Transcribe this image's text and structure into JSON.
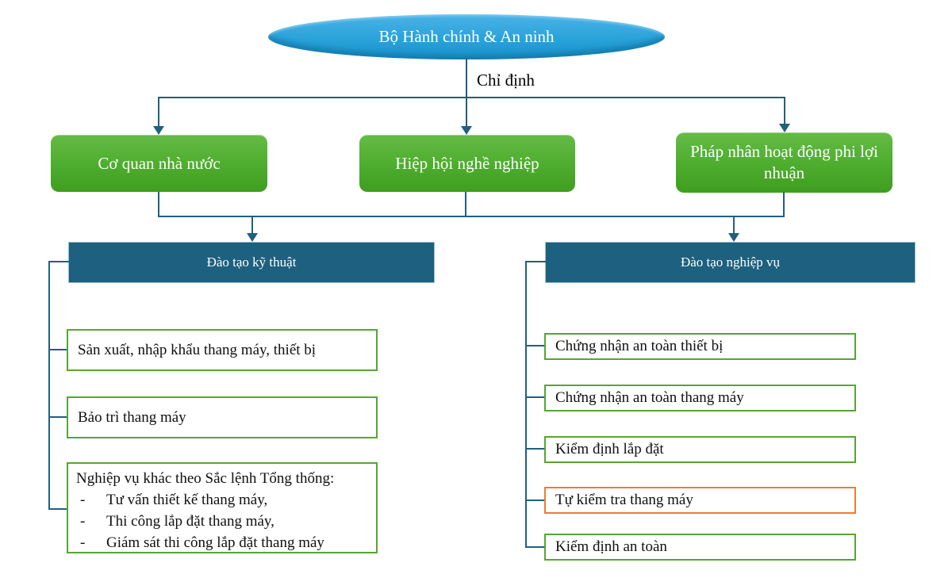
{
  "diagram": {
    "root": {
      "label": "Bộ Hành chính & An ninh"
    },
    "edge_label": "Chỉ định",
    "bullet_marker": "-",
    "level2": [
      {
        "label": "Cơ quan nhà nước"
      },
      {
        "label": "Hiệp hội nghề nghiệp"
      },
      {
        "label": "Pháp nhân hoạt động phi lợi nhuận"
      }
    ],
    "groups": [
      {
        "header": "Đào tạo kỹ thuật",
        "items": [
          {
            "text": "Sản xuất, nhập khẩu thang máy, thiết bị"
          },
          {
            "text": "Bảo trì thang máy"
          },
          {
            "title": "Nghiệp vụ khác theo Sắc lệnh Tổng thống:",
            "bullets": [
              "Tư vấn thiết kế thang máy,",
              "Thi công lắp đặt thang máy,",
              "Giám sát thi công lắp đặt thang máy"
            ]
          }
        ]
      },
      {
        "header": "Đào tạo nghiệp vụ",
        "items": [
          {
            "text": "Chứng nhận an toàn thiết bị"
          },
          {
            "text": "Chứng nhận an toàn thang máy"
          },
          {
            "text": "Kiểm định lắp đặt"
          },
          {
            "text": "Tự kiểm tra thang máy"
          },
          {
            "text": "Kiểm định an toàn"
          }
        ]
      }
    ],
    "colors": {
      "ellipse_blue": "#2aa2da",
      "node_green": "#4fae2f",
      "header_teal": "#1d607f",
      "connector_teal": "#20607e",
      "item_border_green": "#55a632",
      "item_border_orange": "#ed7d31"
    }
  }
}
